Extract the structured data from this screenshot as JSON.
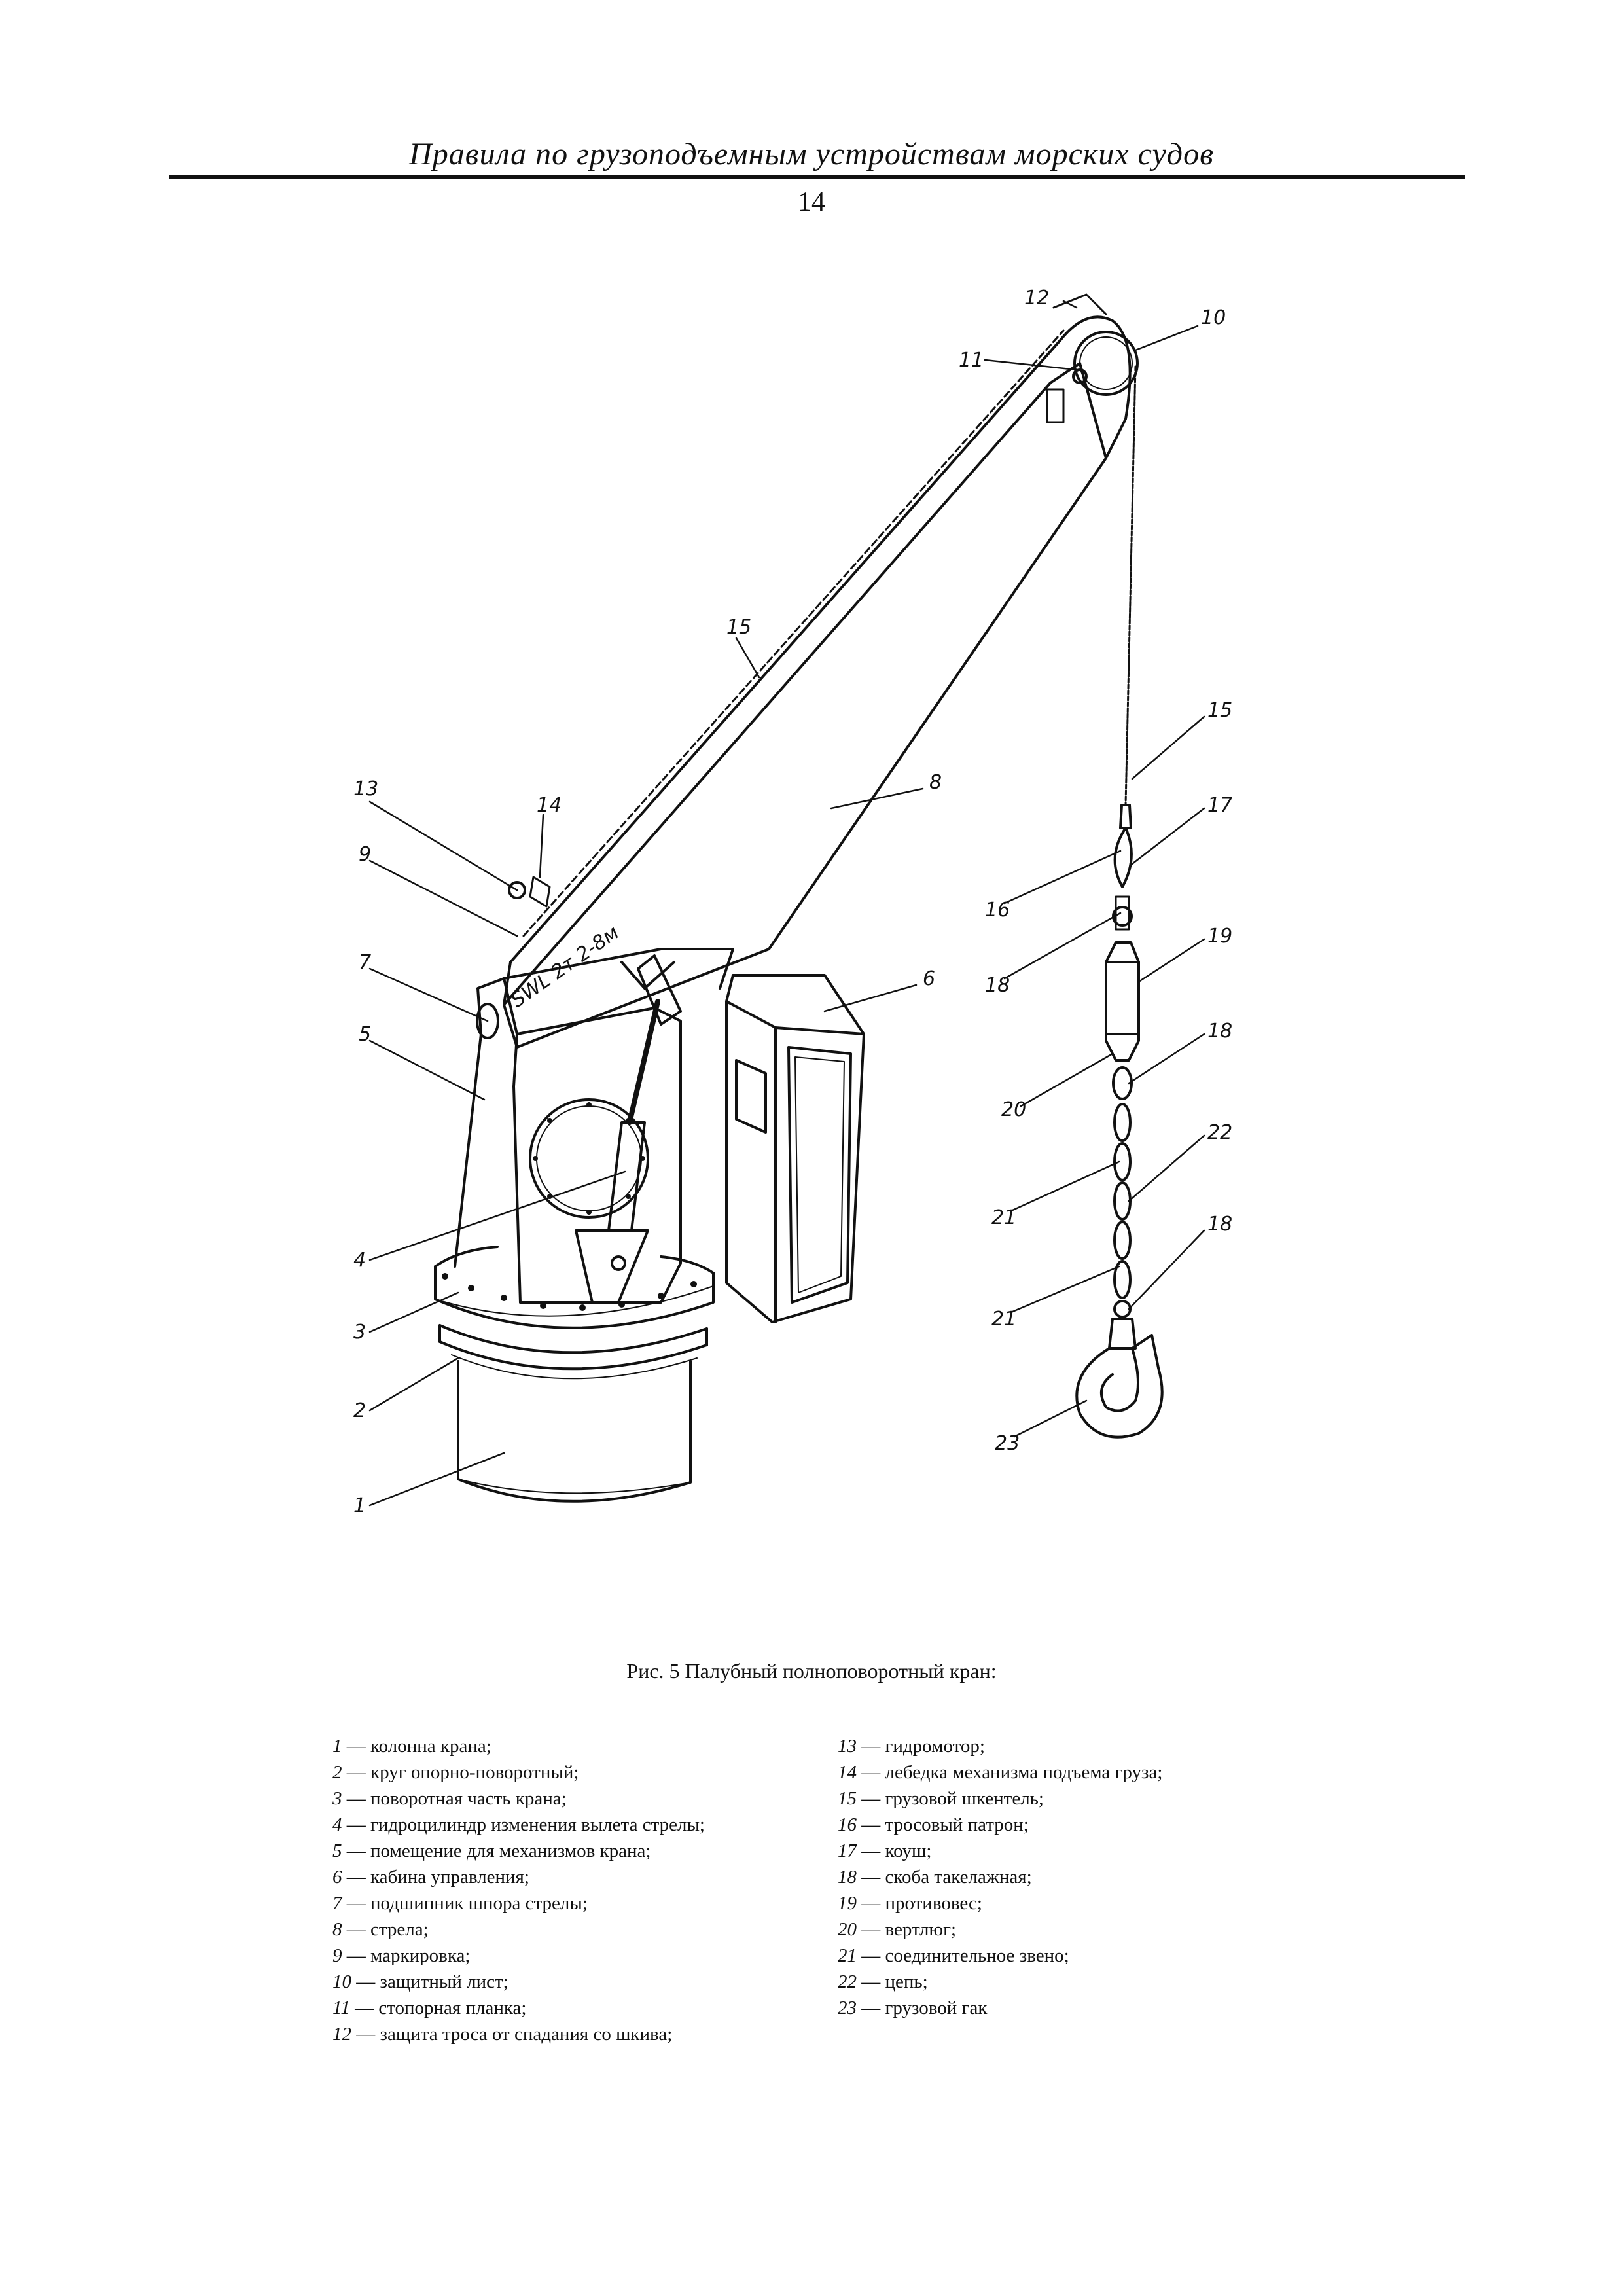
{
  "header": {
    "title": "Правила по грузоподъемным устройствам морских судов",
    "page_number": "14"
  },
  "figure": {
    "boom_marking": "SWL 2т 2-8м",
    "callouts": [
      "1",
      "2",
      "3",
      "4",
      "5",
      "6",
      "7",
      "8",
      "9",
      "10",
      "11",
      "12",
      "13",
      "14",
      "15",
      "15",
      "16",
      "17",
      "18",
      "18",
      "18",
      "19",
      "20",
      "21",
      "21",
      "22",
      "23"
    ],
    "caption": "Рис. 5 Палубный полноповоротный кран:"
  },
  "legend": {
    "left": [
      {
        "num": "1",
        "text": "колонна крана;"
      },
      {
        "num": "2",
        "text": "круг опорно-поворотный;"
      },
      {
        "num": "3",
        "text": "поворотная часть крана;"
      },
      {
        "num": "4",
        "text": "гидроцилиндр изменения вылета стрелы;"
      },
      {
        "num": "5",
        "text": "помещение для механизмов крана;"
      },
      {
        "num": "6",
        "text": "кабина управления;"
      },
      {
        "num": "7",
        "text": "подшипник шпора стрелы;"
      },
      {
        "num": "8",
        "text": "стрела;"
      },
      {
        "num": "9",
        "text": "маркировка;"
      },
      {
        "num": "10",
        "text": "защитный лист;"
      },
      {
        "num": "11",
        "text": "стопорная планка;"
      },
      {
        "num": "12",
        "text": "защита троса от спадания со шкива;"
      }
    ],
    "right": [
      {
        "num": "13",
        "text": "гидромотор;"
      },
      {
        "num": "14",
        "text": "лебедка механизма подъема груза;"
      },
      {
        "num": "15",
        "text": "грузовой шкентель;"
      },
      {
        "num": "16",
        "text": "тросовый патрон;"
      },
      {
        "num": "17",
        "text": "коуш;"
      },
      {
        "num": "18",
        "text": "скоба такелажная;"
      },
      {
        "num": "19",
        "text": "противовес;"
      },
      {
        "num": "20",
        "text": "вертлюг;"
      },
      {
        "num": "21",
        "text": "соединительное звено;"
      },
      {
        "num": "22",
        "text": "цепь;"
      },
      {
        "num": "23",
        "text": "грузовой гак"
      }
    ]
  }
}
